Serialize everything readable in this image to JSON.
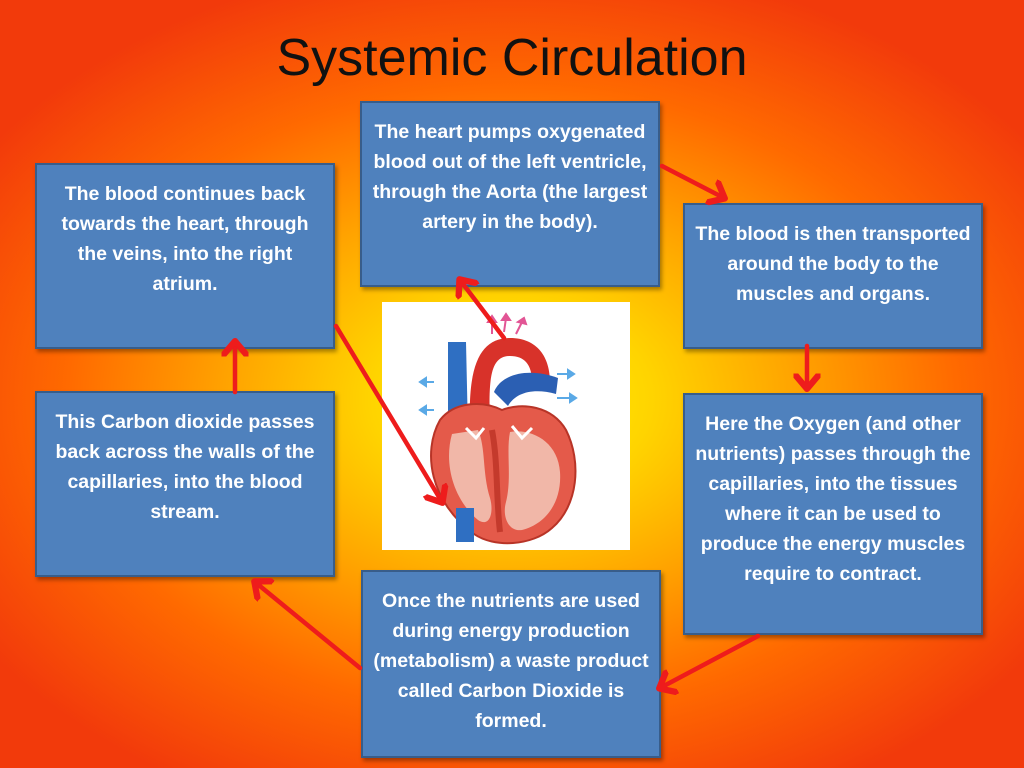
{
  "title": "Systemic Circulation",
  "colors": {
    "box_fill": "#4f81bd",
    "box_border": "#385d8a",
    "arrow": "#ee1c1c",
    "background_center": "#fff200",
    "background_edge": "#f23a0b"
  },
  "steps": [
    {
      "text": "The heart pumps oxygenated blood out of the left ventricle, through the Aorta (the largest artery in the body)."
    },
    {
      "text": "The blood is then transported around the body to the muscles and organs."
    },
    {
      "text": "Here the Oxygen (and other nutrients) passes through the capillaries, into the tissues where it can be used to produce the energy muscles require to contract."
    },
    {
      "text": "Once the nutrients are used during energy production (metabolism) a waste product called Carbon Dioxide is formed."
    },
    {
      "text": "This Carbon dioxide passes back across the walls of the capillaries, into the blood stream."
    },
    {
      "text": "The blood continues back towards the heart, through the veins, into the right atrium."
    }
  ],
  "image": {
    "icon": "heart-anatomy-illustration"
  }
}
